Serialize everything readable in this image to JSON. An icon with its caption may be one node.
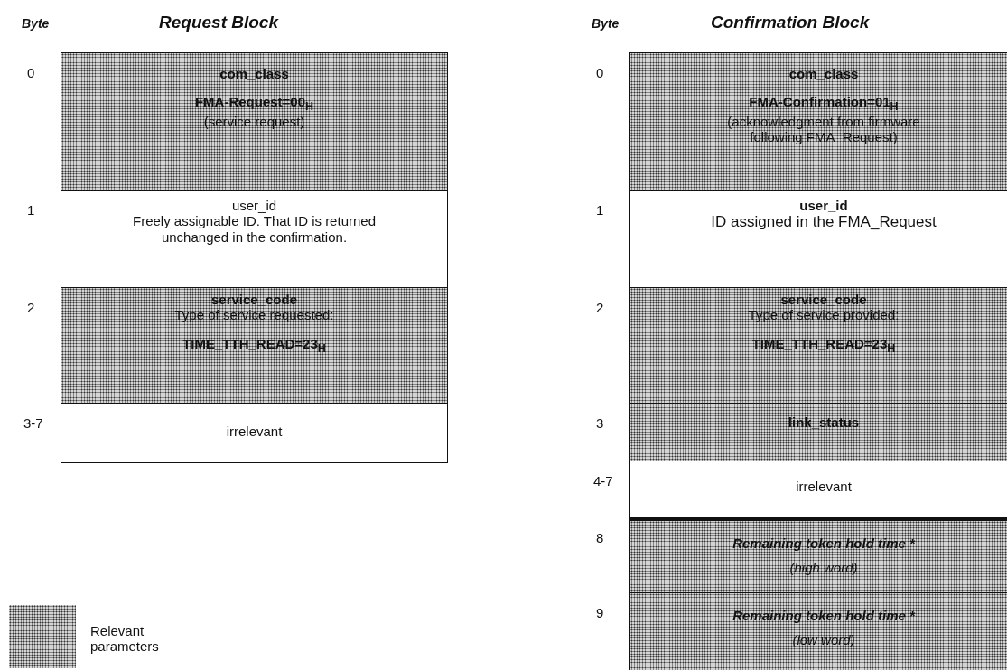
{
  "diagram": {
    "nodes": [
      {
        "text": [
          "com_class",
          "FMA-Request=00$_{H}$",
          "(service request)"
        ],
        "beside": [
          "0"
        ]
      },
      {
        "text": [
          "user_id",
          "Freely assignable ID.  That ID is returned unchanged in the confirmation."
        ],
        "beside": [
          "1"
        ]
      },
      {
        "text": [
          "service_code",
          "Type of service requested:",
          "TIME_TTH_READ=23$_{H}$"
        ],
        "beside": [
          "2"
        ]
      },
      {
        "text": [
          "irrelevant"
        ],
        "beside": [
          "3-7"
        ]
      },
      {
        "text": [
          "com_class",
          "FMA-Confirmation=01$_{H}$",
          "(acknowledgment from firmware following FMA_Request)"
        ],
        "beside": [
          "0"
        ]
      },
      {
        "text": [
          "user_id",
          "ID assigned in the FMA_Request"
        ],
        "beside": [
          "1"
        ]
      },
      {
        "text": [
          "service_code",
          "Type of service provided:",
          "TIME_TTH_READ=23$_{H}$"
        ],
        "beside": [
          "2"
        ]
      },
      {
        "text": [
          "link_status"
        ],
        "beside": [
          "3"
        ]
      },
      {
        "text": [
          "irrelevant"
        ],
        "beside": [
          "4-7"
        ]
      },
      {
        "text": [
          "Remaining token hold time *",
          "(high word)"
        ],
        "beside": [
          "8"
        ]
      },
      {
        "text": [
          "Remaining token hold time *",
          "(low word)"
        ],
        "beside": [
          "9"
        ]
      }
    ],
    "labels": [
      "Byte",
      "Request Block",
      "Byte",
      "Confirmation Block"
    ],
    "legend": [
      {
        "text": "Relevant parameters"
      }
    ]
  }
}
